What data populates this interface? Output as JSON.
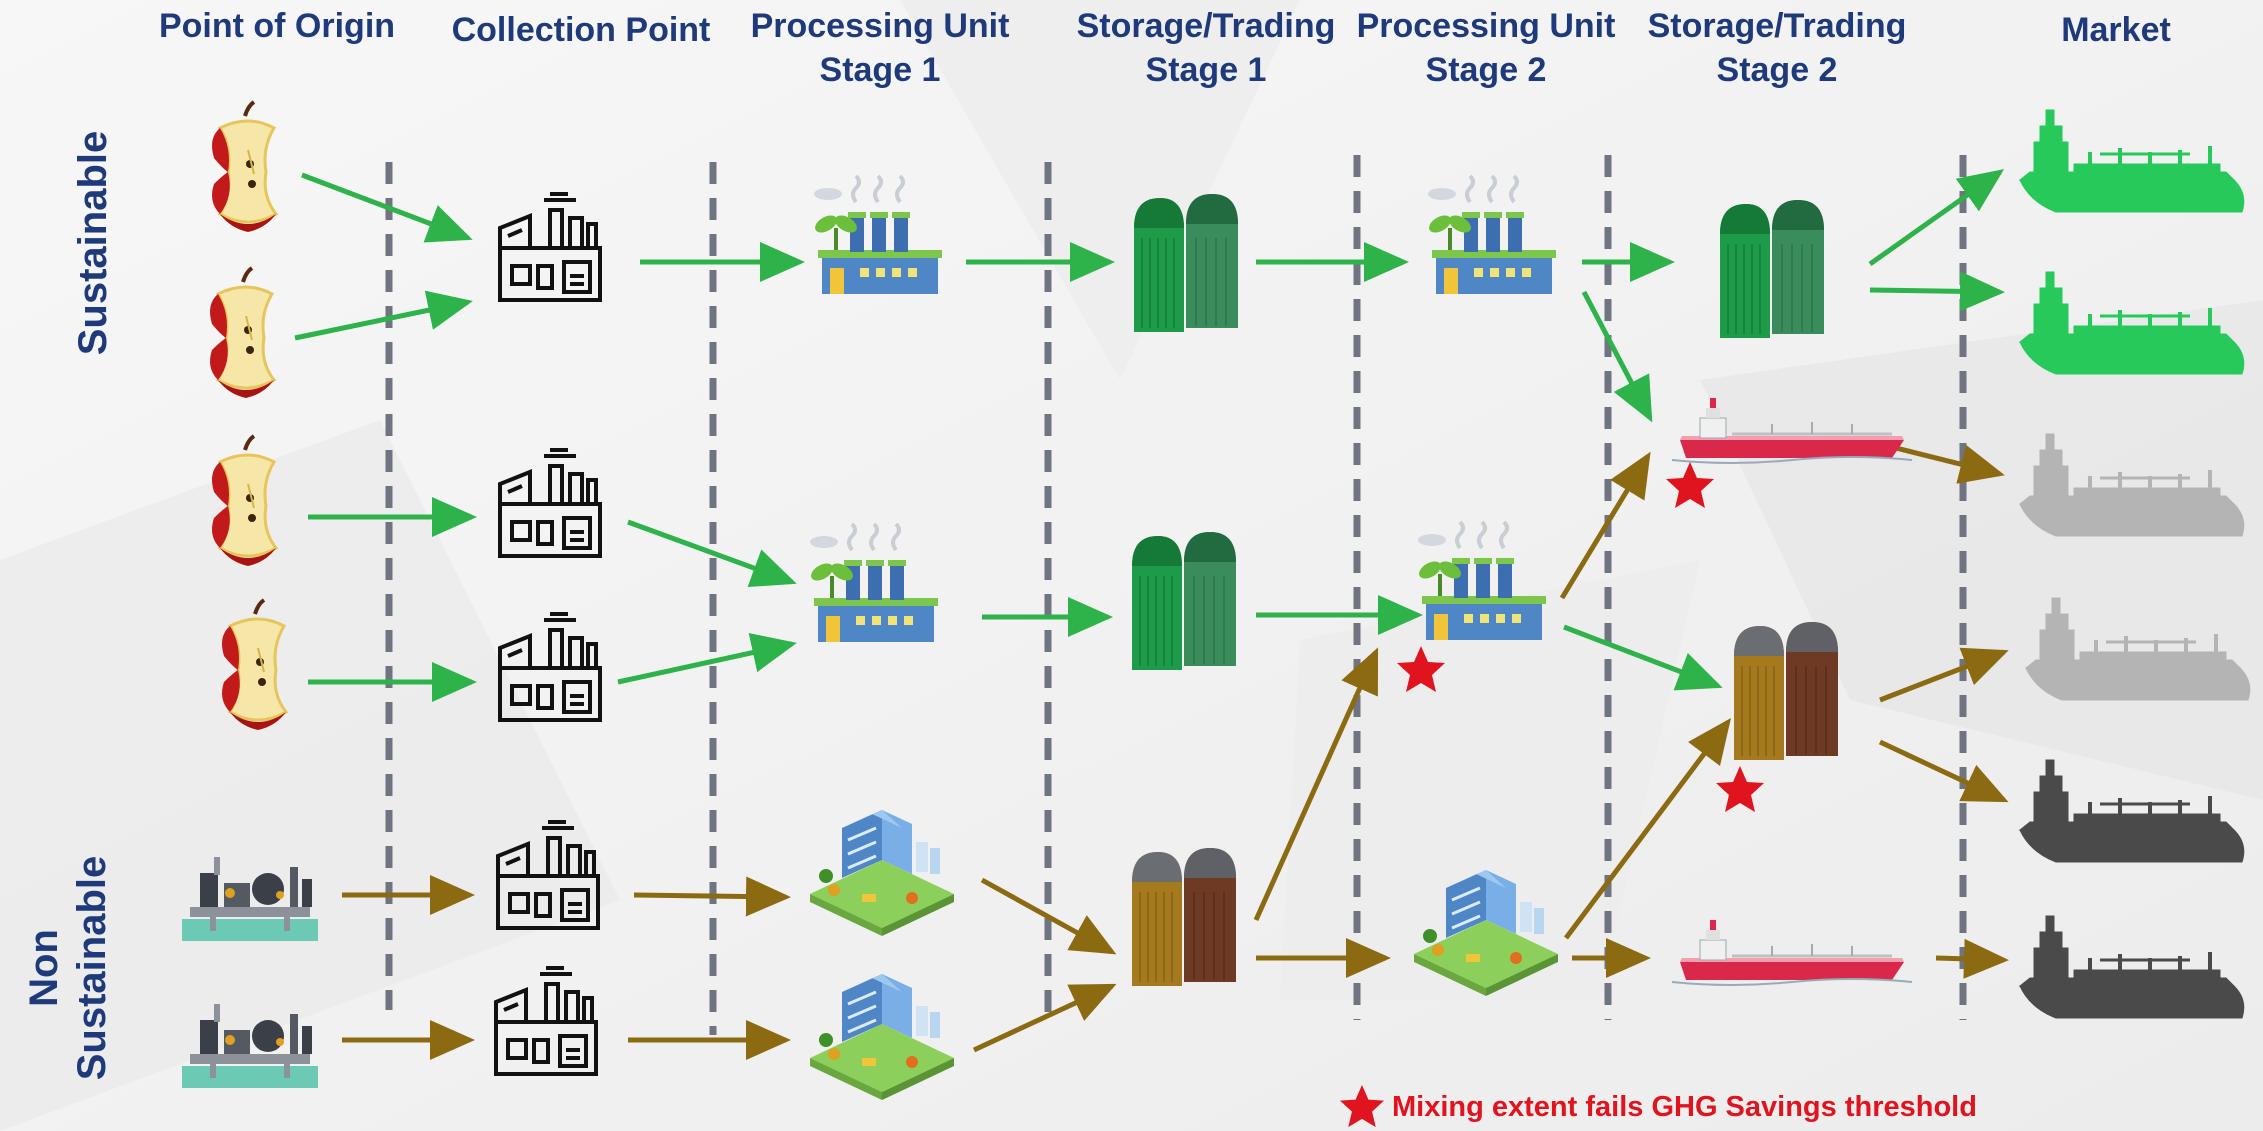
{
  "headers": {
    "origin": "Point of Origin",
    "collection": "Collection Point",
    "processing1_l1": "Processing Unit",
    "processing1_l2": "Stage 1",
    "storage1_l1": "Storage/Trading",
    "storage1_l2": "Stage 1",
    "processing2_l1": "Processing Unit",
    "processing2_l2": "Stage 2",
    "storage2_l1": "Storage/Trading",
    "storage2_l2": "Stage 2",
    "market": "Market"
  },
  "side_labels": {
    "sustainable": "Sustainable",
    "non_line1": "Non",
    "non_line2": "Sustainable"
  },
  "legend": {
    "text": "Mixing extent fails GHG Savings threshold",
    "icon": "red-star-icon"
  },
  "colors": {
    "sustainable_flow": "#2db34a",
    "non_sustainable_flow": "#8c6a12",
    "marker": "#e0141e",
    "divider": "#6f7480",
    "header_text": "#1f3a7a"
  },
  "icons": {
    "origin_sustainable": "apple-core-icon",
    "origin_non_sustainable": "oil-rig-icon",
    "collection": "factory-outline-icon",
    "processing_sustainable": "green-factory-icon",
    "processing_non_sustainable": "refinery-building-icon",
    "storage_sustainable": "green-silo-icon",
    "storage_mixed": "brown-silo-icon",
    "tanker_red": "red-tanker-icon",
    "market_sustainable": "green-ship-icon",
    "market_light": "light-gray-ship-icon",
    "market_dark": "dark-gray-ship-icon"
  }
}
